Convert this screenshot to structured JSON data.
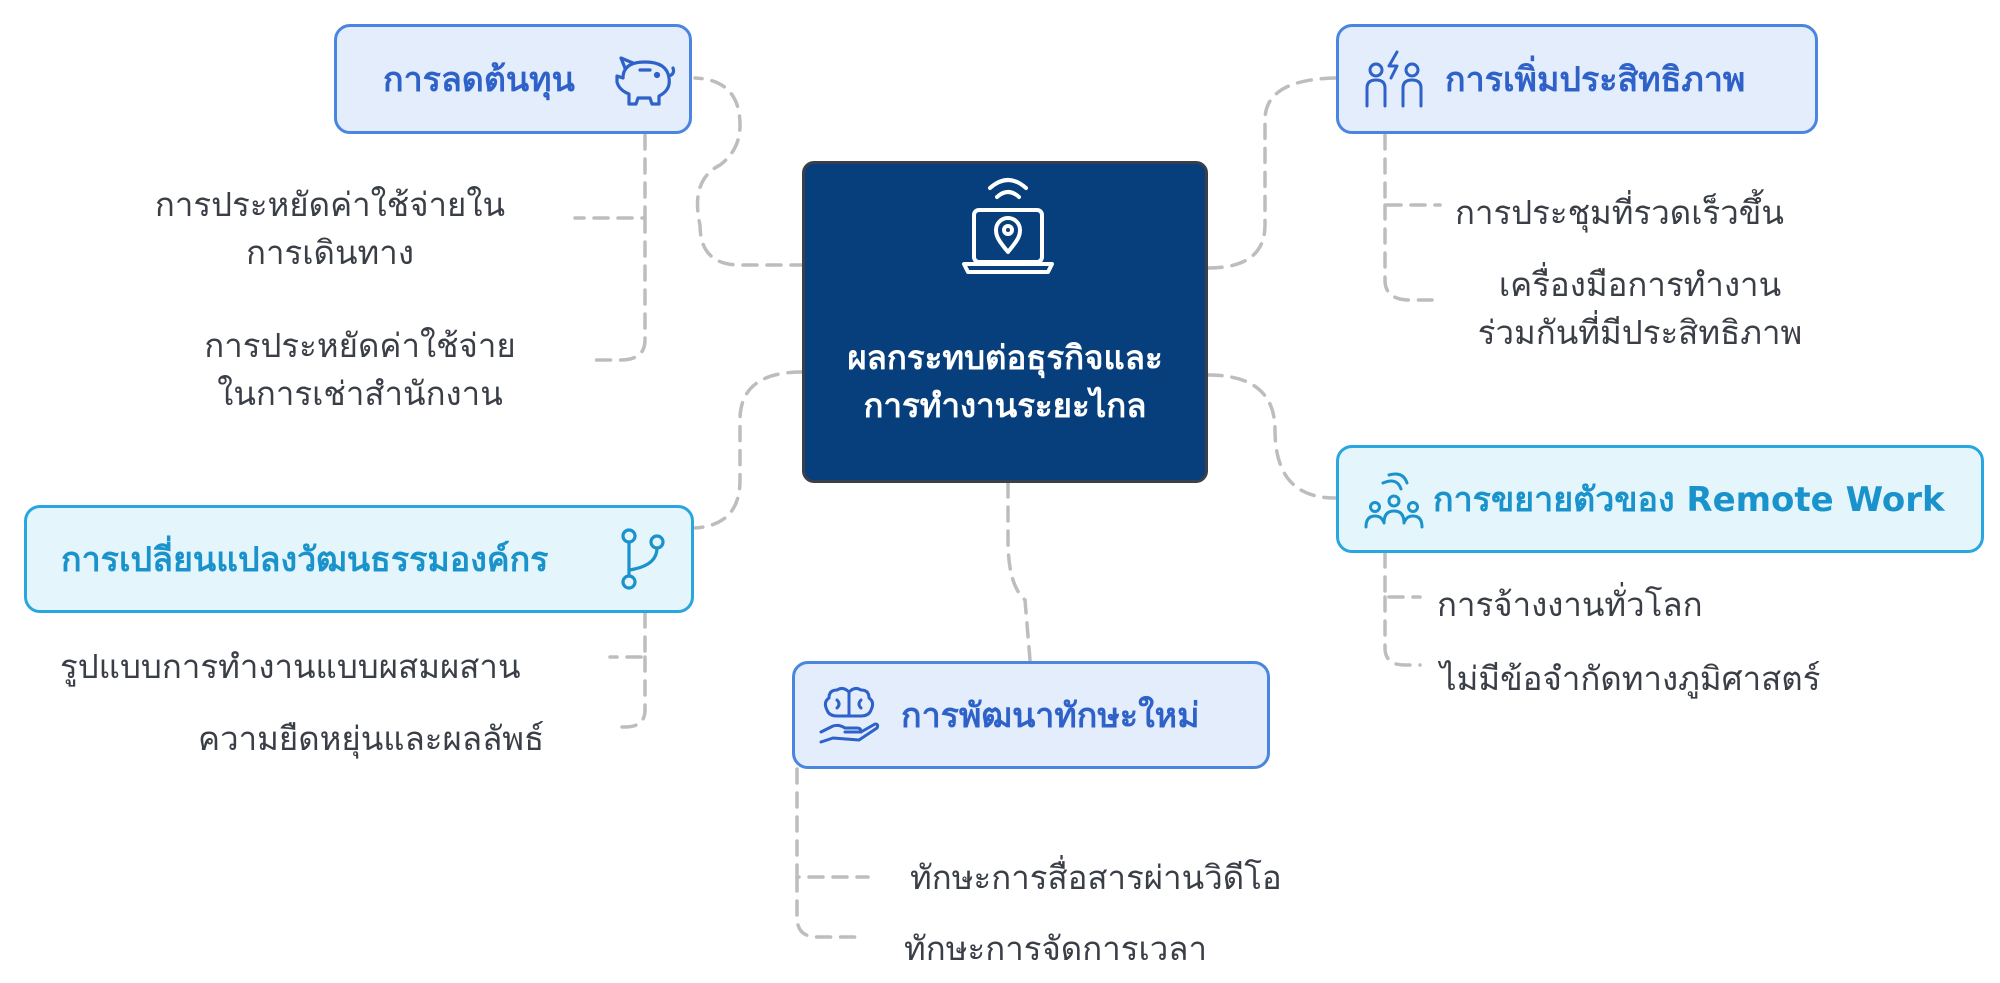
{
  "colors": {
    "central_fill": "#073f7c",
    "blue_border": "#4a86e0",
    "blue_fill": "#e4edfc",
    "blue_text": "#2e62c9",
    "cyan_border": "#29a6df",
    "cyan_fill": "#e4f6fc",
    "cyan_text": "#1a93cc",
    "connector": "#bdbdbd",
    "leaf_text": "#3a3e46"
  },
  "central": {
    "icon": "laptop-location-signal-icon",
    "title_line1": "ผลกระทบต่อธุรกิจและ",
    "title_line2": "การทำงานระยะไกล"
  },
  "branches": {
    "cost": {
      "label": "การลดต้นทุน",
      "icon": "piggy-bank-icon",
      "items": [
        [
          "การประหยัดค่าใช้จ่ายใน",
          "การเดินทาง"
        ],
        [
          "การประหยัดค่าใช้จ่าย",
          "ในการเช่าสำนักงาน"
        ]
      ]
    },
    "efficiency": {
      "label": "การเพิ่มประสิทธิภาพ",
      "icon": "team-lightning-icon",
      "items": [
        [
          "การประชุมที่รวดเร็วขึ้น"
        ],
        [
          "เครื่องมือการทำงาน",
          "ร่วมกันที่มีประสิทธิภาพ"
        ]
      ]
    },
    "culture": {
      "label": "การเปลี่ยนแปลงวัฒนธรรมองค์กร",
      "icon": "branch-fork-icon",
      "items": [
        [
          "รูปแบบการทำงานแบบผสมผสาน"
        ],
        [
          "ความยืดหยุ่นและผลลัพธ์"
        ]
      ]
    },
    "remote": {
      "label": "การขยายตัวของ Remote Work",
      "icon": "people-signal-icon",
      "items": [
        [
          "การจ้างงานทั่วโลก"
        ],
        [
          "ไม่มีข้อจำกัดทางภูมิศาสตร์"
        ]
      ]
    },
    "skills": {
      "label": "การพัฒนาทักษะใหม่",
      "icon": "brain-hand-icon",
      "items": [
        [
          "ทักษะการสื่อสารผ่านวิดีโอ"
        ],
        [
          "ทักษะการจัดการเวลา"
        ]
      ]
    }
  }
}
